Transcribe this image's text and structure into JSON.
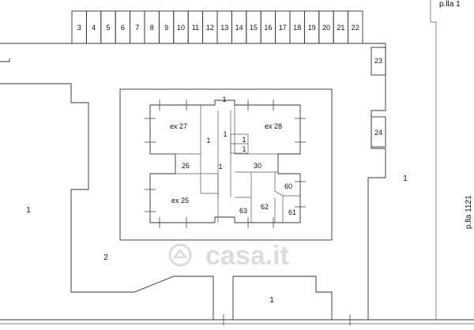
{
  "plan": {
    "top_units": [
      "3",
      "4",
      "5",
      "6",
      "7",
      "8",
      "9",
      "10",
      "11",
      "12",
      "13",
      "14",
      "15",
      "16",
      "17",
      "18",
      "19",
      "20",
      "21",
      "22"
    ],
    "right_units": [
      "23",
      "24"
    ],
    "rooms": {
      "ex27": "ex 27",
      "ex28": "ex 28",
      "ex25": "ex 25",
      "r26": "26",
      "r30": "30",
      "r60": "60",
      "r61": "61",
      "r62": "62",
      "r63": "63"
    },
    "common_labels": {
      "c_top": "1",
      "c_mid1": "1",
      "c_mid2": "1",
      "c_small1": "1",
      "c_small2": "1",
      "c_center": "1"
    },
    "parcels": {
      "left": "1",
      "right": "1",
      "bottom": "1",
      "court": "2"
    },
    "border_labels": {
      "top_right": "p.lla 1",
      "right_vertical": "p.lla 1121"
    },
    "watermark": "casa.it"
  }
}
